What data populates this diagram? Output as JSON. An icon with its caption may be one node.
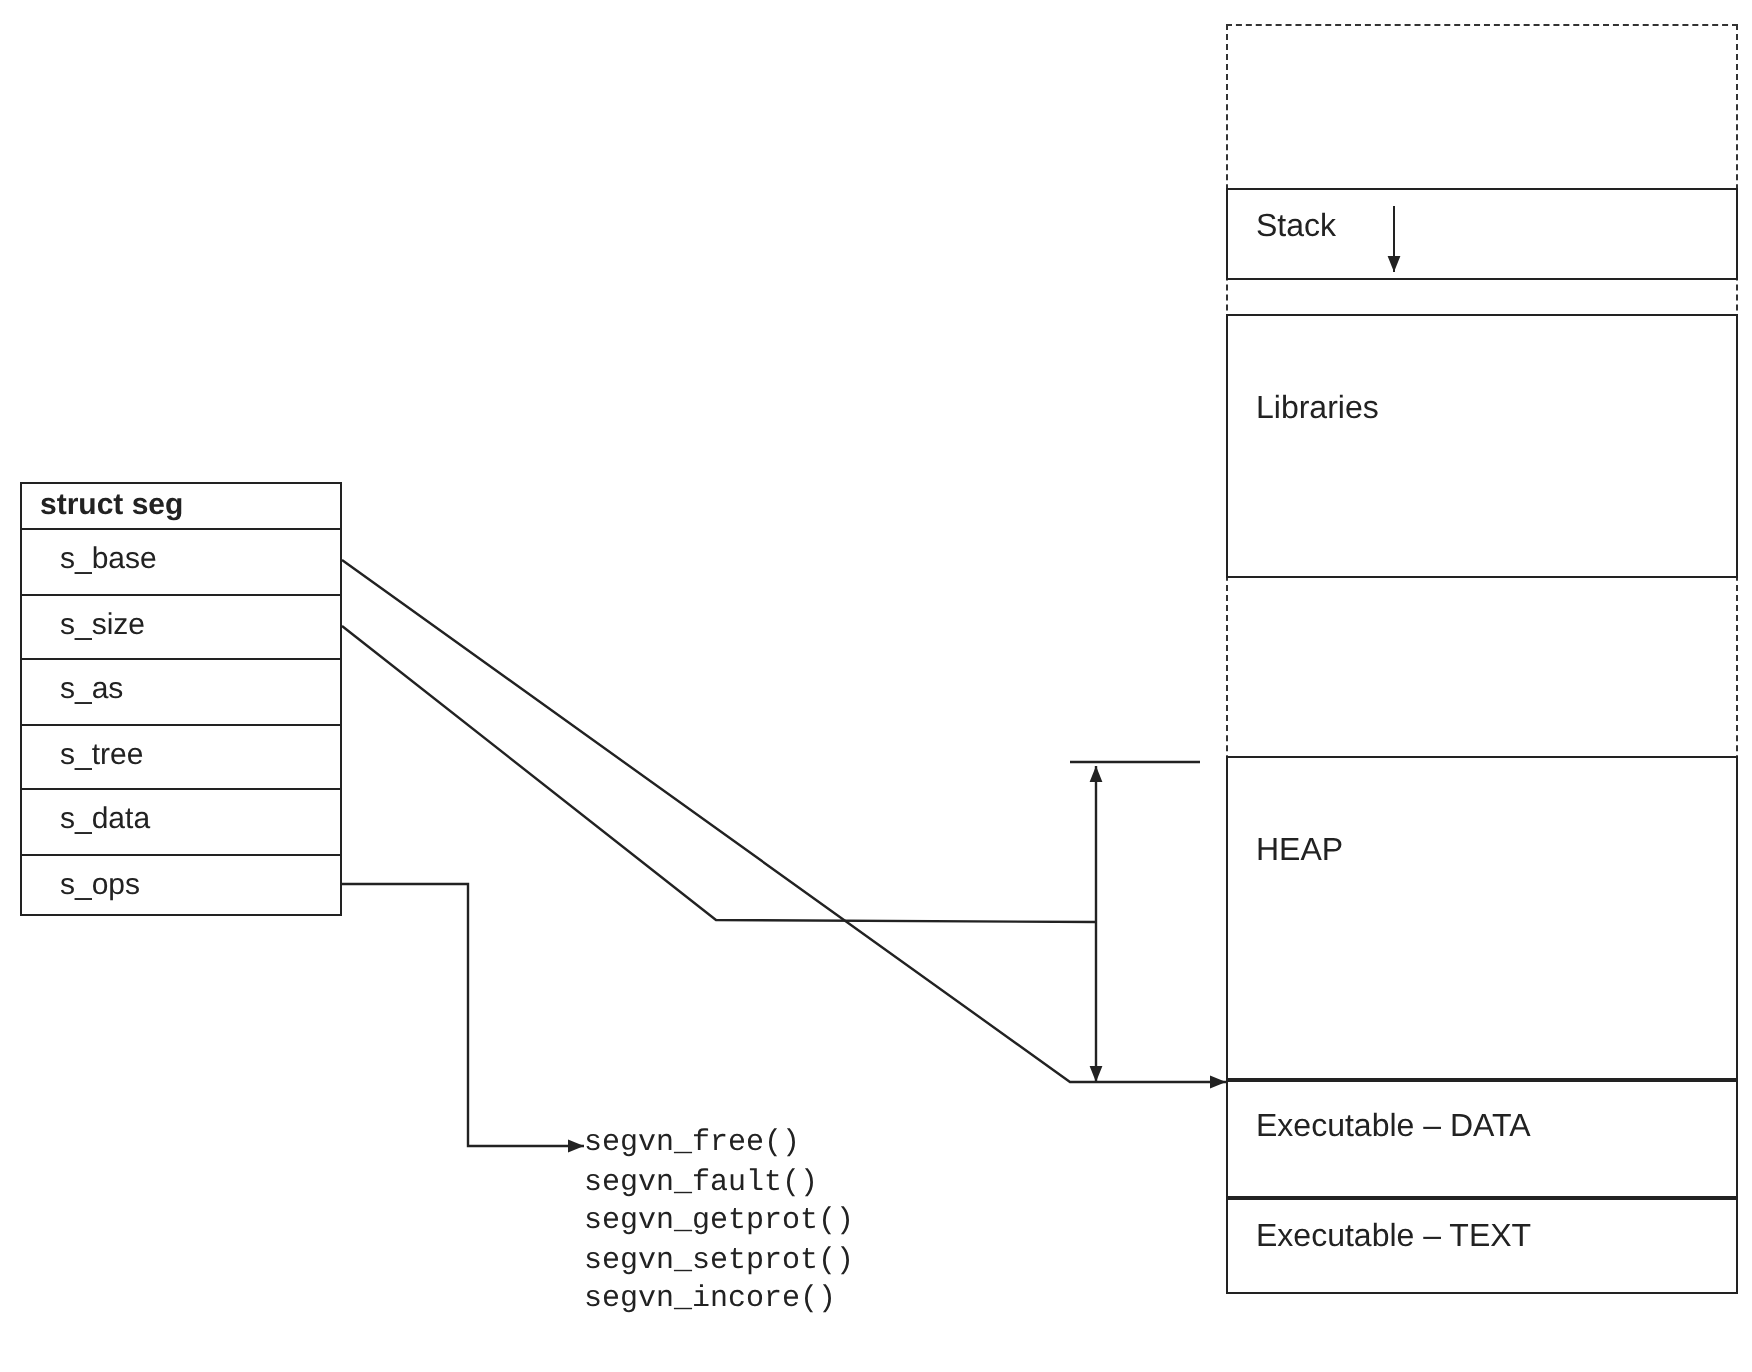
{
  "diagram": {
    "nodes": [
      {
        "text": [
          "struct seg"
        ]
      },
      {
        "text": [
          "s_base"
        ],
        "in": 0
      },
      {
        "text": [
          "s_size"
        ],
        "in": 0
      },
      {
        "text": [
          "s_as"
        ],
        "in": 0
      },
      {
        "text": [
          "s_tree"
        ],
        "in": 0
      },
      {
        "text": [
          "s_data"
        ],
        "in": 0
      },
      {
        "text": [
          "s_ops"
        ],
        "in": 0
      },
      {
        "text": [],
        "shape": "box"
      },
      {
        "text": [
          "Stack"
        ],
        "in": 7
      },
      {
        "text": [
          "Libraries"
        ],
        "in": 7
      },
      {
        "text": [
          "HEAP"
        ],
        "in": 7
      },
      {
        "text": [
          "Executable – DATA"
        ],
        "in": 7
      },
      {
        "text": [
          "Executable – TEXT"
        ],
        "in": 7
      },
      {
        "text": [
          "segvn_free()",
          "segvn_fault()",
          "segvn_getprot()",
          "segvn_setprot()",
          "segvn_incore()"
        ]
      }
    ],
    "edges": [
      {
        "from": 1,
        "to": 10,
        "arrow": "to"
      },
      {
        "from": 2,
        "to": null,
        "arrow": "none"
      },
      {
        "from": 6,
        "to": 13,
        "arrow": "to"
      }
    ]
  }
}
